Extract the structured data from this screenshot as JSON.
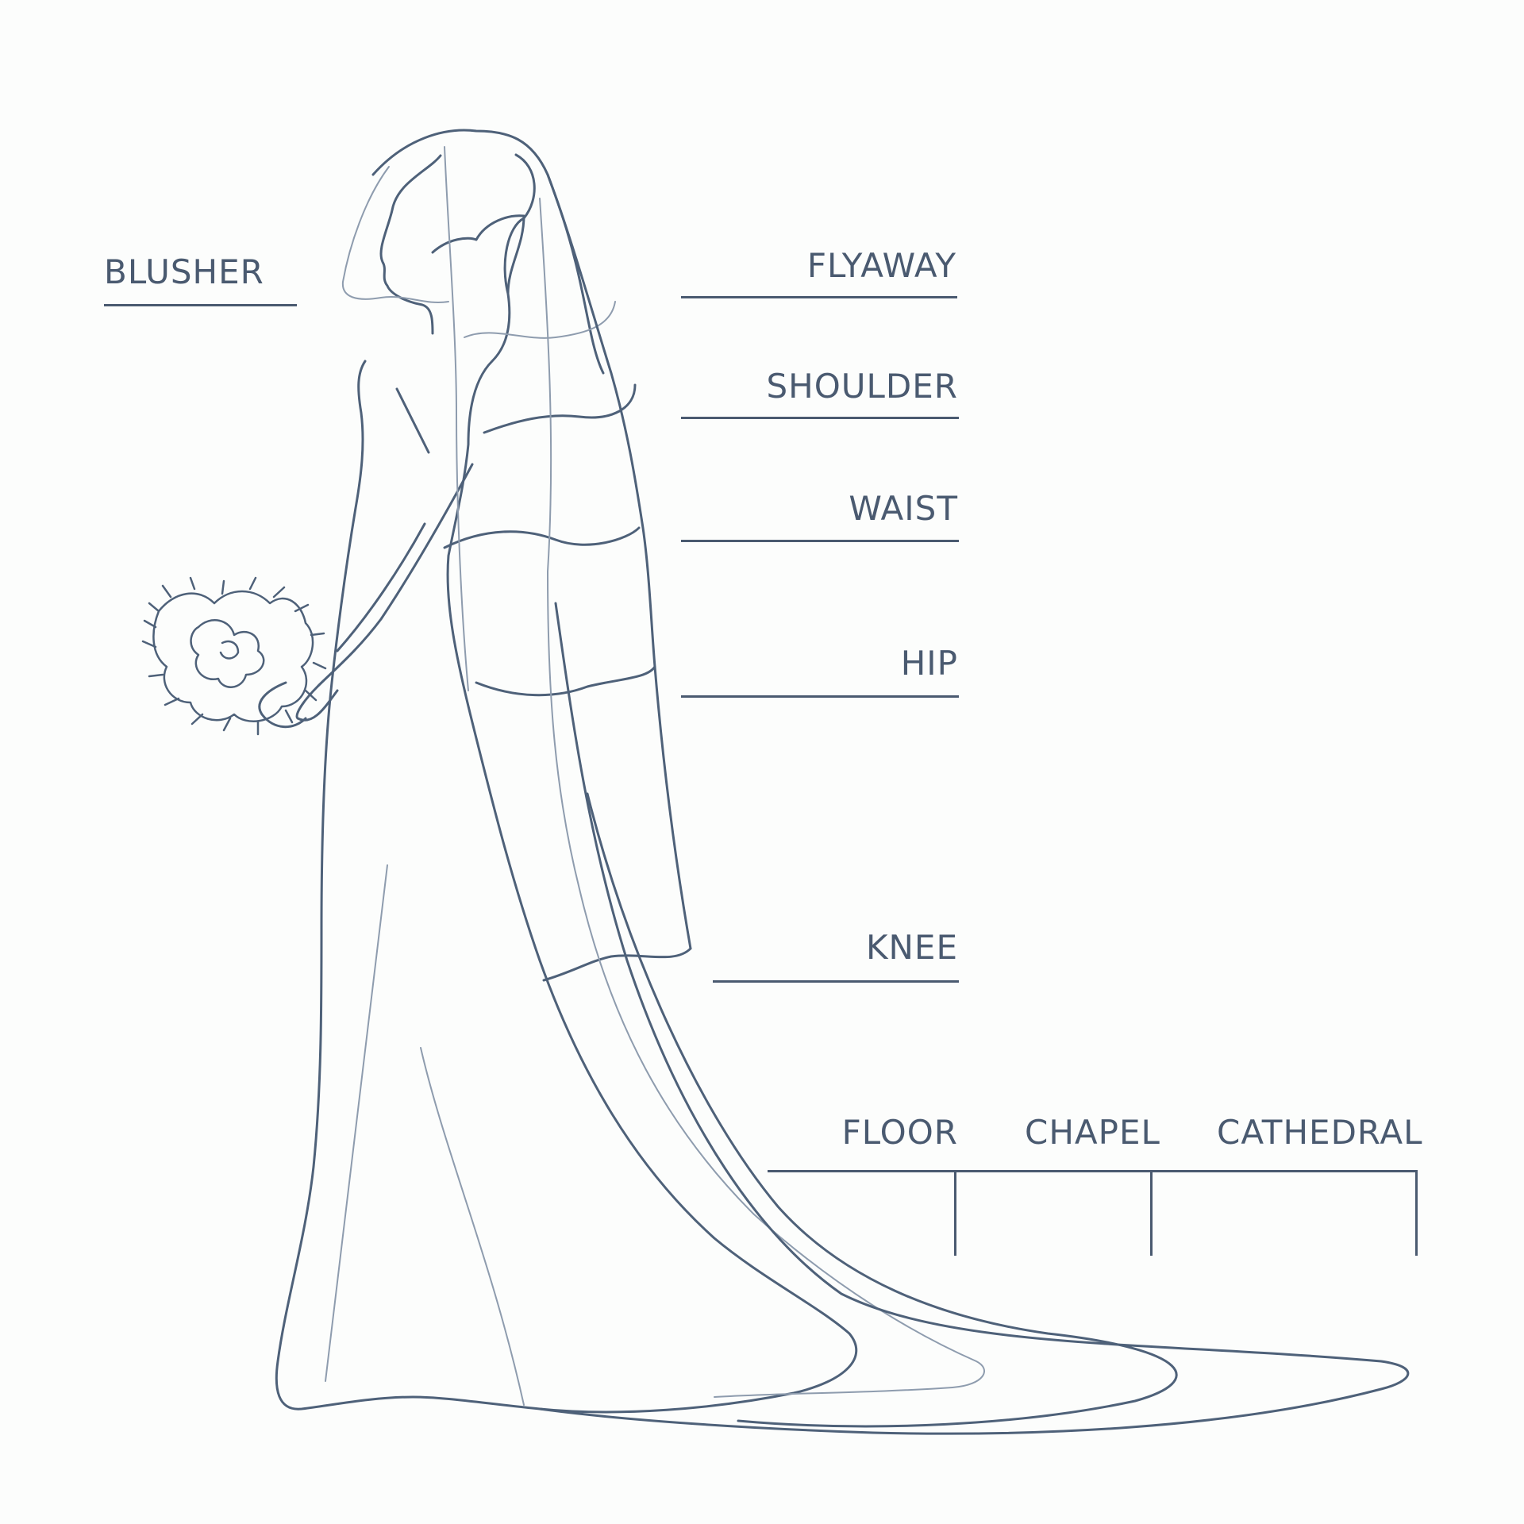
{
  "colors": {
    "line": "#4a5a70",
    "outline": "#4e6179",
    "light_line": "#8e9cae",
    "background": "#fcfdfc"
  },
  "labels": {
    "blusher": "BLUSHER",
    "flyaway": "FLYAWAY",
    "shoulder": "SHOULDER",
    "waist": "WAIST",
    "hip": "HIP",
    "knee": "KNEE",
    "floor": "FLOOR",
    "chapel": "CHAPEL",
    "cathedral": "CATHEDRAL"
  },
  "illustration": {
    "subject": "bride-silhouette-with-veil",
    "icons": [
      "bride-figure-icon",
      "veil-icon",
      "bouquet-icon"
    ]
  }
}
